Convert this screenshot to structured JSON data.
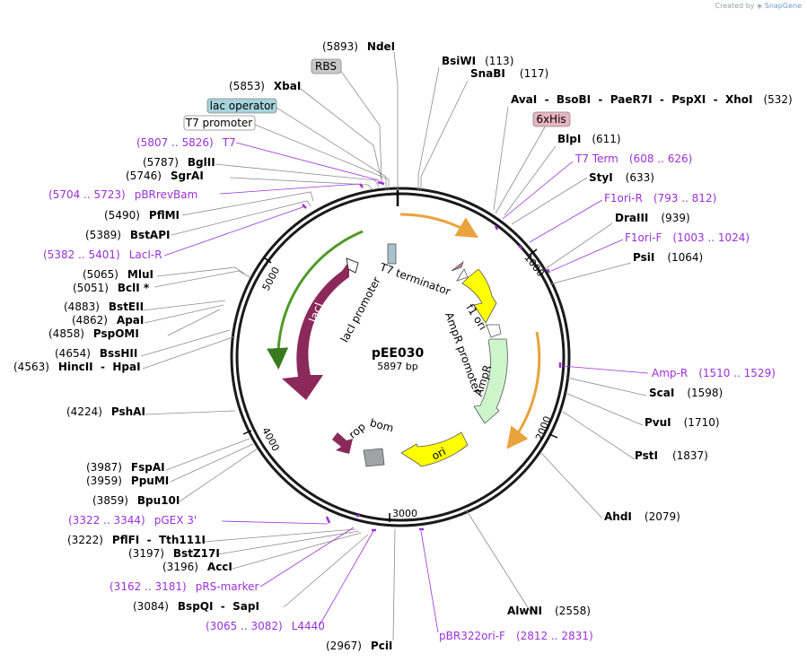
{
  "credit": {
    "prefix": "Created by",
    "brand": "SnapGene"
  },
  "plasmid": {
    "name": "pEE030",
    "length_label": "5897 bp"
  },
  "tick_labels": [
    "1000",
    "2000",
    "3000",
    "4000",
    "5000"
  ],
  "enzymes_right": [
    {
      "name": "BsiWI",
      "pos": "(113)"
    },
    {
      "name": "SnaBI",
      "pos": "(117)"
    },
    {
      "name": "AvaI  -  BsoBI  -  PaeR7I  -  PspXI  -  XhoI",
      "pos": "(532)"
    },
    {
      "name": "BlpI",
      "pos": "(611)"
    },
    {
      "name": "StyI",
      "pos": "(633)"
    },
    {
      "name": "DraIII",
      "pos": "(939)"
    },
    {
      "name": "PsiI",
      "pos": "(1064)"
    },
    {
      "name": "ScaI",
      "pos": "(1598)"
    },
    {
      "name": "PvuI",
      "pos": "(1710)"
    },
    {
      "name": "PstI",
      "pos": "(1837)"
    },
    {
      "name": "AhdI",
      "pos": "(2079)"
    },
    {
      "name": "AlwNI",
      "pos": "(2558)"
    }
  ],
  "enzymes_left": [
    {
      "name": "NdeI",
      "pos": "(5893)"
    },
    {
      "name": "XbaI",
      "pos": "(5853)"
    },
    {
      "name": "BglII",
      "pos": "(5787)"
    },
    {
      "name": "SgrAI",
      "pos": "(5746)"
    },
    {
      "name": "PflMI",
      "pos": "(5490)"
    },
    {
      "name": "BstAPI",
      "pos": "(5389)"
    },
    {
      "name": "MluI",
      "pos": "(5065)"
    },
    {
      "name": "BclI *",
      "pos": "(5051)"
    },
    {
      "name": "BstEII",
      "pos": "(4883)"
    },
    {
      "name": "ApaI",
      "pos": "(4862)"
    },
    {
      "name": "PspOMI",
      "pos": "(4858)"
    },
    {
      "name": "BssHII",
      "pos": "(4654)"
    },
    {
      "name": "HincII  -  HpaI",
      "pos": "(4563)"
    },
    {
      "name": "PshAI",
      "pos": "(4224)"
    },
    {
      "name": "FspAI",
      "pos": "(3987)"
    },
    {
      "name": "PpuMI",
      "pos": "(3959)"
    },
    {
      "name": "Bpu10I",
      "pos": "(3859)"
    },
    {
      "name": "PflFI  -  Tth111I",
      "pos": "(3222)"
    },
    {
      "name": "BstZ17I",
      "pos": "(3197)"
    },
    {
      "name": "AccI",
      "pos": "(3196)"
    },
    {
      "name": "BspQI  -  SapI",
      "pos": "(3084)"
    },
    {
      "name": "PciI",
      "pos": "(2967)"
    }
  ],
  "primers": [
    {
      "name": "T7 Term",
      "range": "(608 .. 626)"
    },
    {
      "name": "F1ori-R",
      "range": "(793 .. 812)"
    },
    {
      "name": "F1ori-F",
      "range": "(1003 .. 1024)"
    },
    {
      "name": "Amp-R",
      "range": "(1510 .. 1529)"
    },
    {
      "name": "pBR322ori-F",
      "range": "(2812 .. 2831)"
    },
    {
      "name": "T7",
      "range": "(5807 .. 5826)"
    },
    {
      "name": "pBRrevBam",
      "range": "(5704 .. 5723)"
    },
    {
      "name": "LacI-R",
      "range": "(5382 .. 5401)"
    },
    {
      "name": "pGEX 3'",
      "range": "(3322 .. 3344)"
    },
    {
      "name": "pRS-marker",
      "range": "(3162 .. 3181)"
    },
    {
      "name": "L4440",
      "range": "(3065 .. 3082)"
    }
  ],
  "feature_boxes": [
    {
      "label": "RBS",
      "color": "#c8c8c8"
    },
    {
      "label": "lac operator",
      "color": "#a6d3dc"
    },
    {
      "label": "T7 promoter",
      "color": "#ffffff"
    },
    {
      "label": "6xHis",
      "color": "#e8b4c0"
    }
  ],
  "features": {
    "t7_terminator": "T7 terminator",
    "f1_ori": "f1 ori",
    "ampr_promoter": "AmpR promoter",
    "ampr": "AmpR",
    "ori": "ori",
    "bom": "bom",
    "rop": "rop",
    "laci": "lacI",
    "laci_promoter": "lacI promoter"
  },
  "colors": {
    "primer": "#9b30d9",
    "laci": "#8b2a5a",
    "ampr": "#ccf5cc",
    "ori": "#ffff00",
    "bom": "#a0a4a8",
    "orange_arc": "#e8a33c",
    "green_arc": "#4f9a2a"
  }
}
